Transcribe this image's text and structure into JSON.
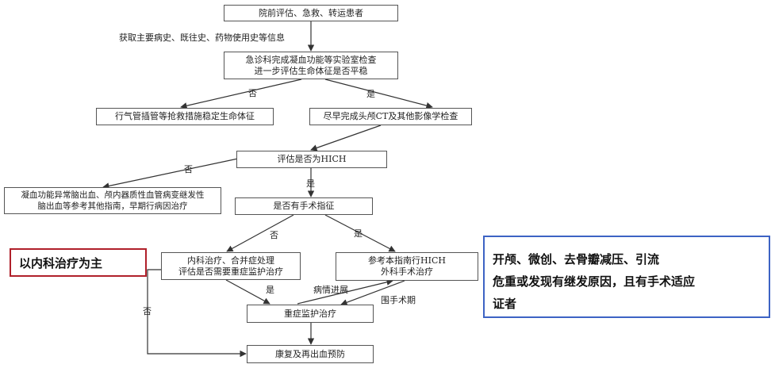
{
  "nodes": {
    "prehospital": "院前评估、急救、转运患者",
    "er_tests_line1": "急诊科完成凝血功能等实验室检查",
    "er_tests_line2": "进一步评估生命体征是否平稳",
    "airway": "行气管插管等抢救措施稳定生命体征",
    "imaging": "尽早完成头颅CT及其他影像学检查",
    "eval_hich": "评估是否为HICH",
    "other_line1": "凝血功能异常脑出血、颅内器质性血管病变继发性",
    "other_line2": "脑出血等参考其他指南，早期行病因治疗",
    "surgery_indication": "是否有手术指征",
    "medical_line1": "内科治疗、合并症处理",
    "medical_line2": "评估是否需要重症监护治疗",
    "surgical_line1": "参考本指南行HICH",
    "surgical_line2": "外科手术治疗",
    "icu": "重症监护治疗",
    "rehab": "康复及再出血预防"
  },
  "edge_labels": {
    "history": "获取主要病史、既往史、药物使用史等信息",
    "no_1": "否",
    "yes_1": "是",
    "no_2": "否",
    "yes_2": "是",
    "no_3": "否",
    "yes_3": "是",
    "yes_4": "是",
    "progression": "病情进展",
    "perioperative": "围手术期",
    "no_4": "否"
  },
  "callouts": {
    "medical_main": "以内科治疗为主",
    "surgical_line1": "开颅、微创、去骨瓣减压、引流",
    "surgical_line2": "危重或发现有继发原因，且有手术适应",
    "surgical_line3": "证者"
  },
  "colors": {
    "red_callout_border": "#b0202a",
    "blue_callout_border": "#3d63c4",
    "line": "#333333"
  }
}
